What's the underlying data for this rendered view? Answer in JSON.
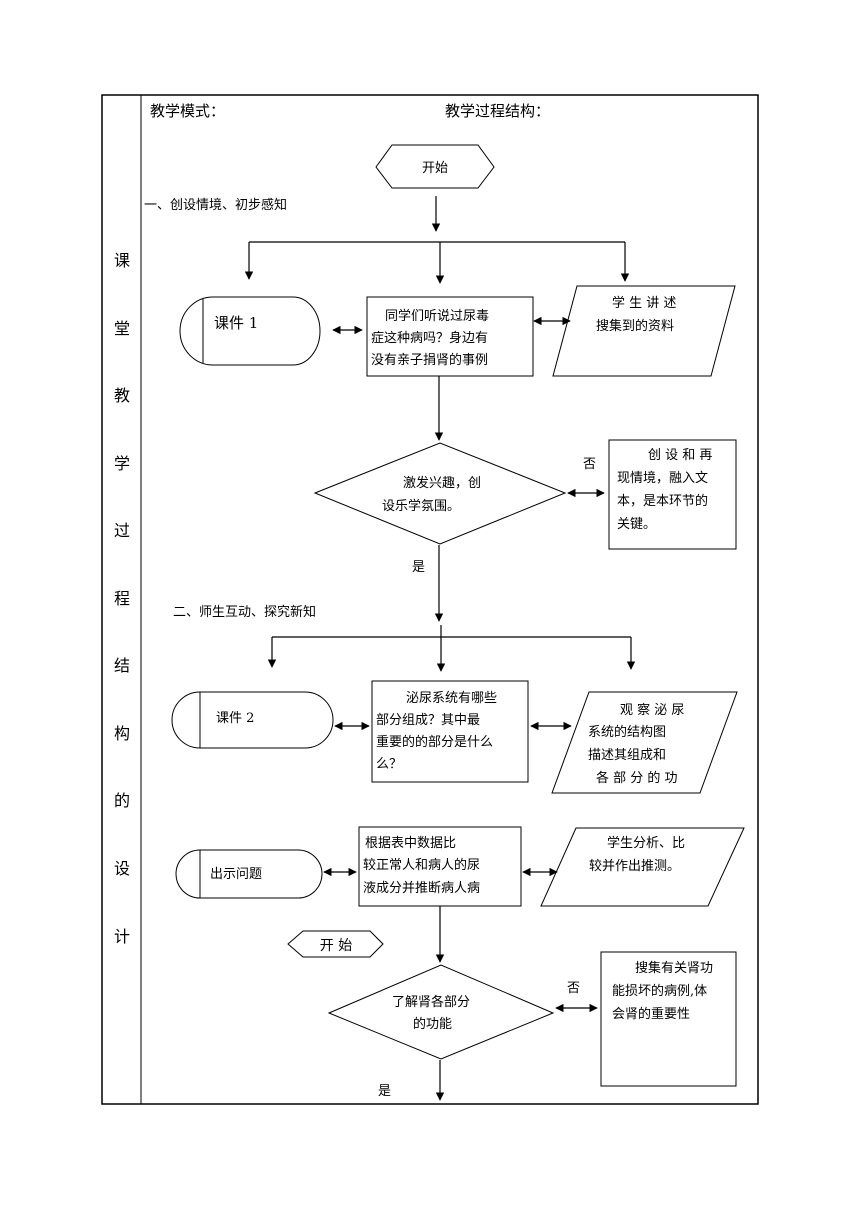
{
  "side_title": [
    "课",
    "堂",
    "教",
    "学",
    "过",
    "程",
    "结",
    "构",
    "的",
    "设",
    "计"
  ],
  "header": {
    "mode_label": "教学模式：",
    "structure_label": "教学过程结构："
  },
  "section1": {
    "start": "开始",
    "heading": "一、创设情境、初步感知",
    "courseware": "课件 1",
    "question": [
      "同学们听说过尿毒",
      "症这种病吗？身边有",
      "没有亲子捐肾的事例"
    ],
    "student": [
      "学 生 讲 述",
      "搜集到的资料"
    ],
    "decision": [
      "激发兴趣，创",
      "设乐学氛围。"
    ],
    "no": "否",
    "yes": "是",
    "note": [
      "创 设 和 再",
      "现情境，融入文",
      "本，是本环节的",
      "关键。"
    ]
  },
  "section2": {
    "heading": "二、师生互动、探究新知",
    "courseware": "课件 2",
    "question": [
      "泌尿系统有哪些",
      "部分组成？其中最",
      "重要的的部分是什么",
      "么？"
    ],
    "observe": [
      "观 察 泌 尿",
      "系统的结构图",
      "描述其组成和",
      "各 部 分 的 功"
    ],
    "problem": "出示问题",
    "table_q": [
      "根据表中数据比",
      "较正常人和病人的尿",
      "液成分并推断病人病"
    ],
    "analysis": [
      "学生分析、比",
      "较并作出推测。"
    ],
    "start2": "开 始",
    "decision": [
      "了解肾各部分",
      "的功能"
    ],
    "no": "否",
    "yes": "是",
    "note": [
      "搜集有关肾功",
      "能损坏的病例,体",
      "会肾的重要性"
    ]
  }
}
